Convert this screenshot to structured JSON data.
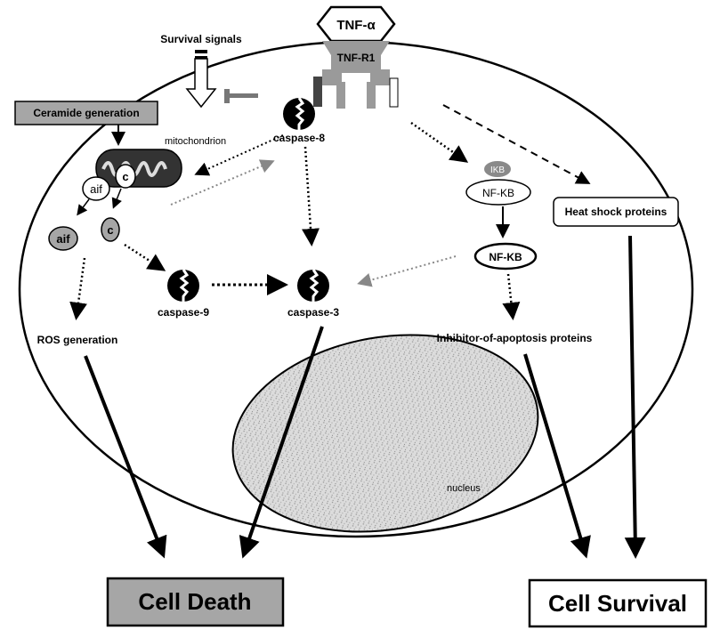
{
  "ligand": "TNF-α",
  "receptor": "TNF-R1",
  "survival_signals": "Survival signals",
  "ceramide": "Ceramide generation",
  "mitochondrion": "mitochondrion",
  "aif_inner": "aif",
  "c_inner": "c",
  "aif_out": "aif",
  "c_out": "c",
  "caspase8": "caspase-8",
  "caspase9": "caspase-9",
  "caspase3": "caspase-3",
  "ikb": "IKB",
  "nfkb1": "NF-KB",
  "nfkb2": "NF-KB",
  "heat_shock": "Heat shock proteins",
  "ros": "ROS generation",
  "iap": "Inhibitor-of-apoptosis proteins",
  "nucleus": "nucleus",
  "cell_death": "Cell Death",
  "cell_survival": "Cell Survival",
  "colors": {
    "gray_fill": "#a6a6a6",
    "receptor_gray": "#9a9a9a",
    "dark": "#555555",
    "nucleus": "#d8d8d8"
  }
}
